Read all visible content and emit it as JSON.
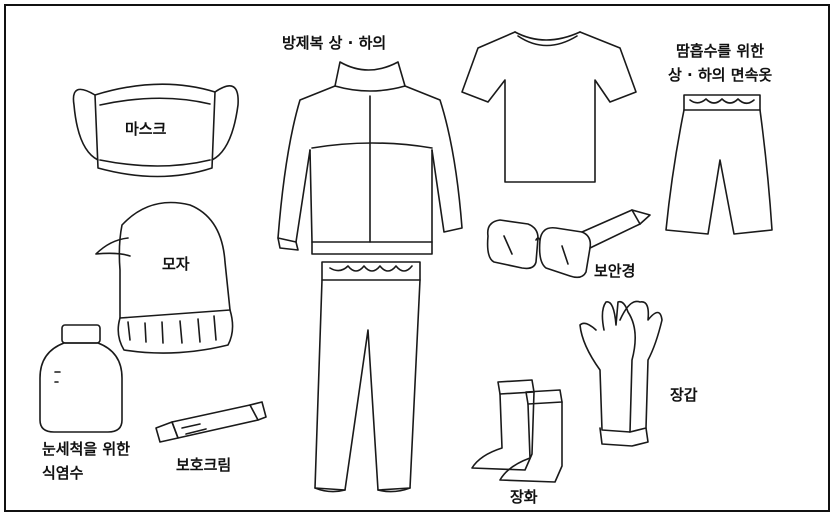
{
  "labels": {
    "suit": "방제복 상 · 하의",
    "underwear_line1": "땀흡수를 위한",
    "underwear_line2": "상 · 하의 면속옷",
    "mask": "마스크",
    "hat": "모자",
    "goggles": "보안경",
    "gloves": "장갑",
    "saline_line1": "눈세척을 위한",
    "saline_line2": "식염수",
    "cream": "보호크림",
    "boots": "장화"
  }
}
